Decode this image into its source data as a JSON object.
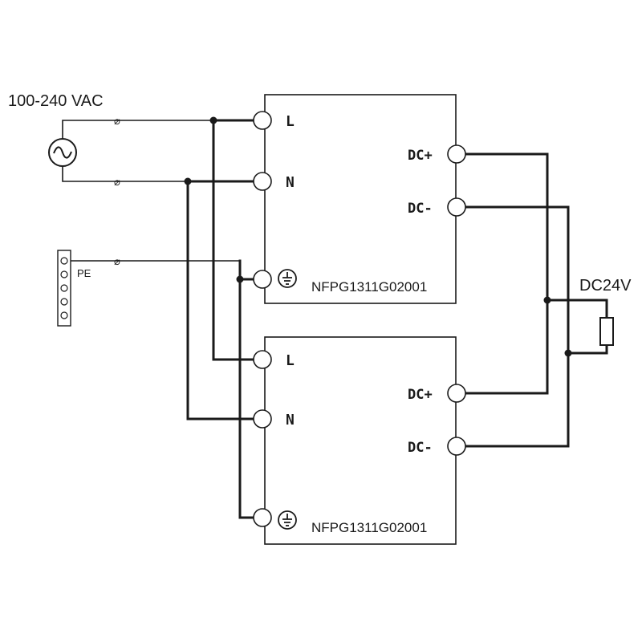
{
  "source": {
    "label": "100-240 VAC",
    "symbol": "ac-source",
    "pe_label": "PE"
  },
  "fuse_mark": "⌀",
  "modules": [
    {
      "model": "NFPG1311G02001",
      "terminals": {
        "L": "L",
        "N": "N",
        "dc_plus": "DC+",
        "dc_minus": "DC-"
      }
    },
    {
      "model": "NFPG1311G02001",
      "terminals": {
        "L": "L",
        "N": "N",
        "dc_plus": "DC+",
        "dc_minus": "DC-"
      }
    }
  ],
  "load": {
    "label": "DC24V",
    "symbol": "resistor"
  }
}
